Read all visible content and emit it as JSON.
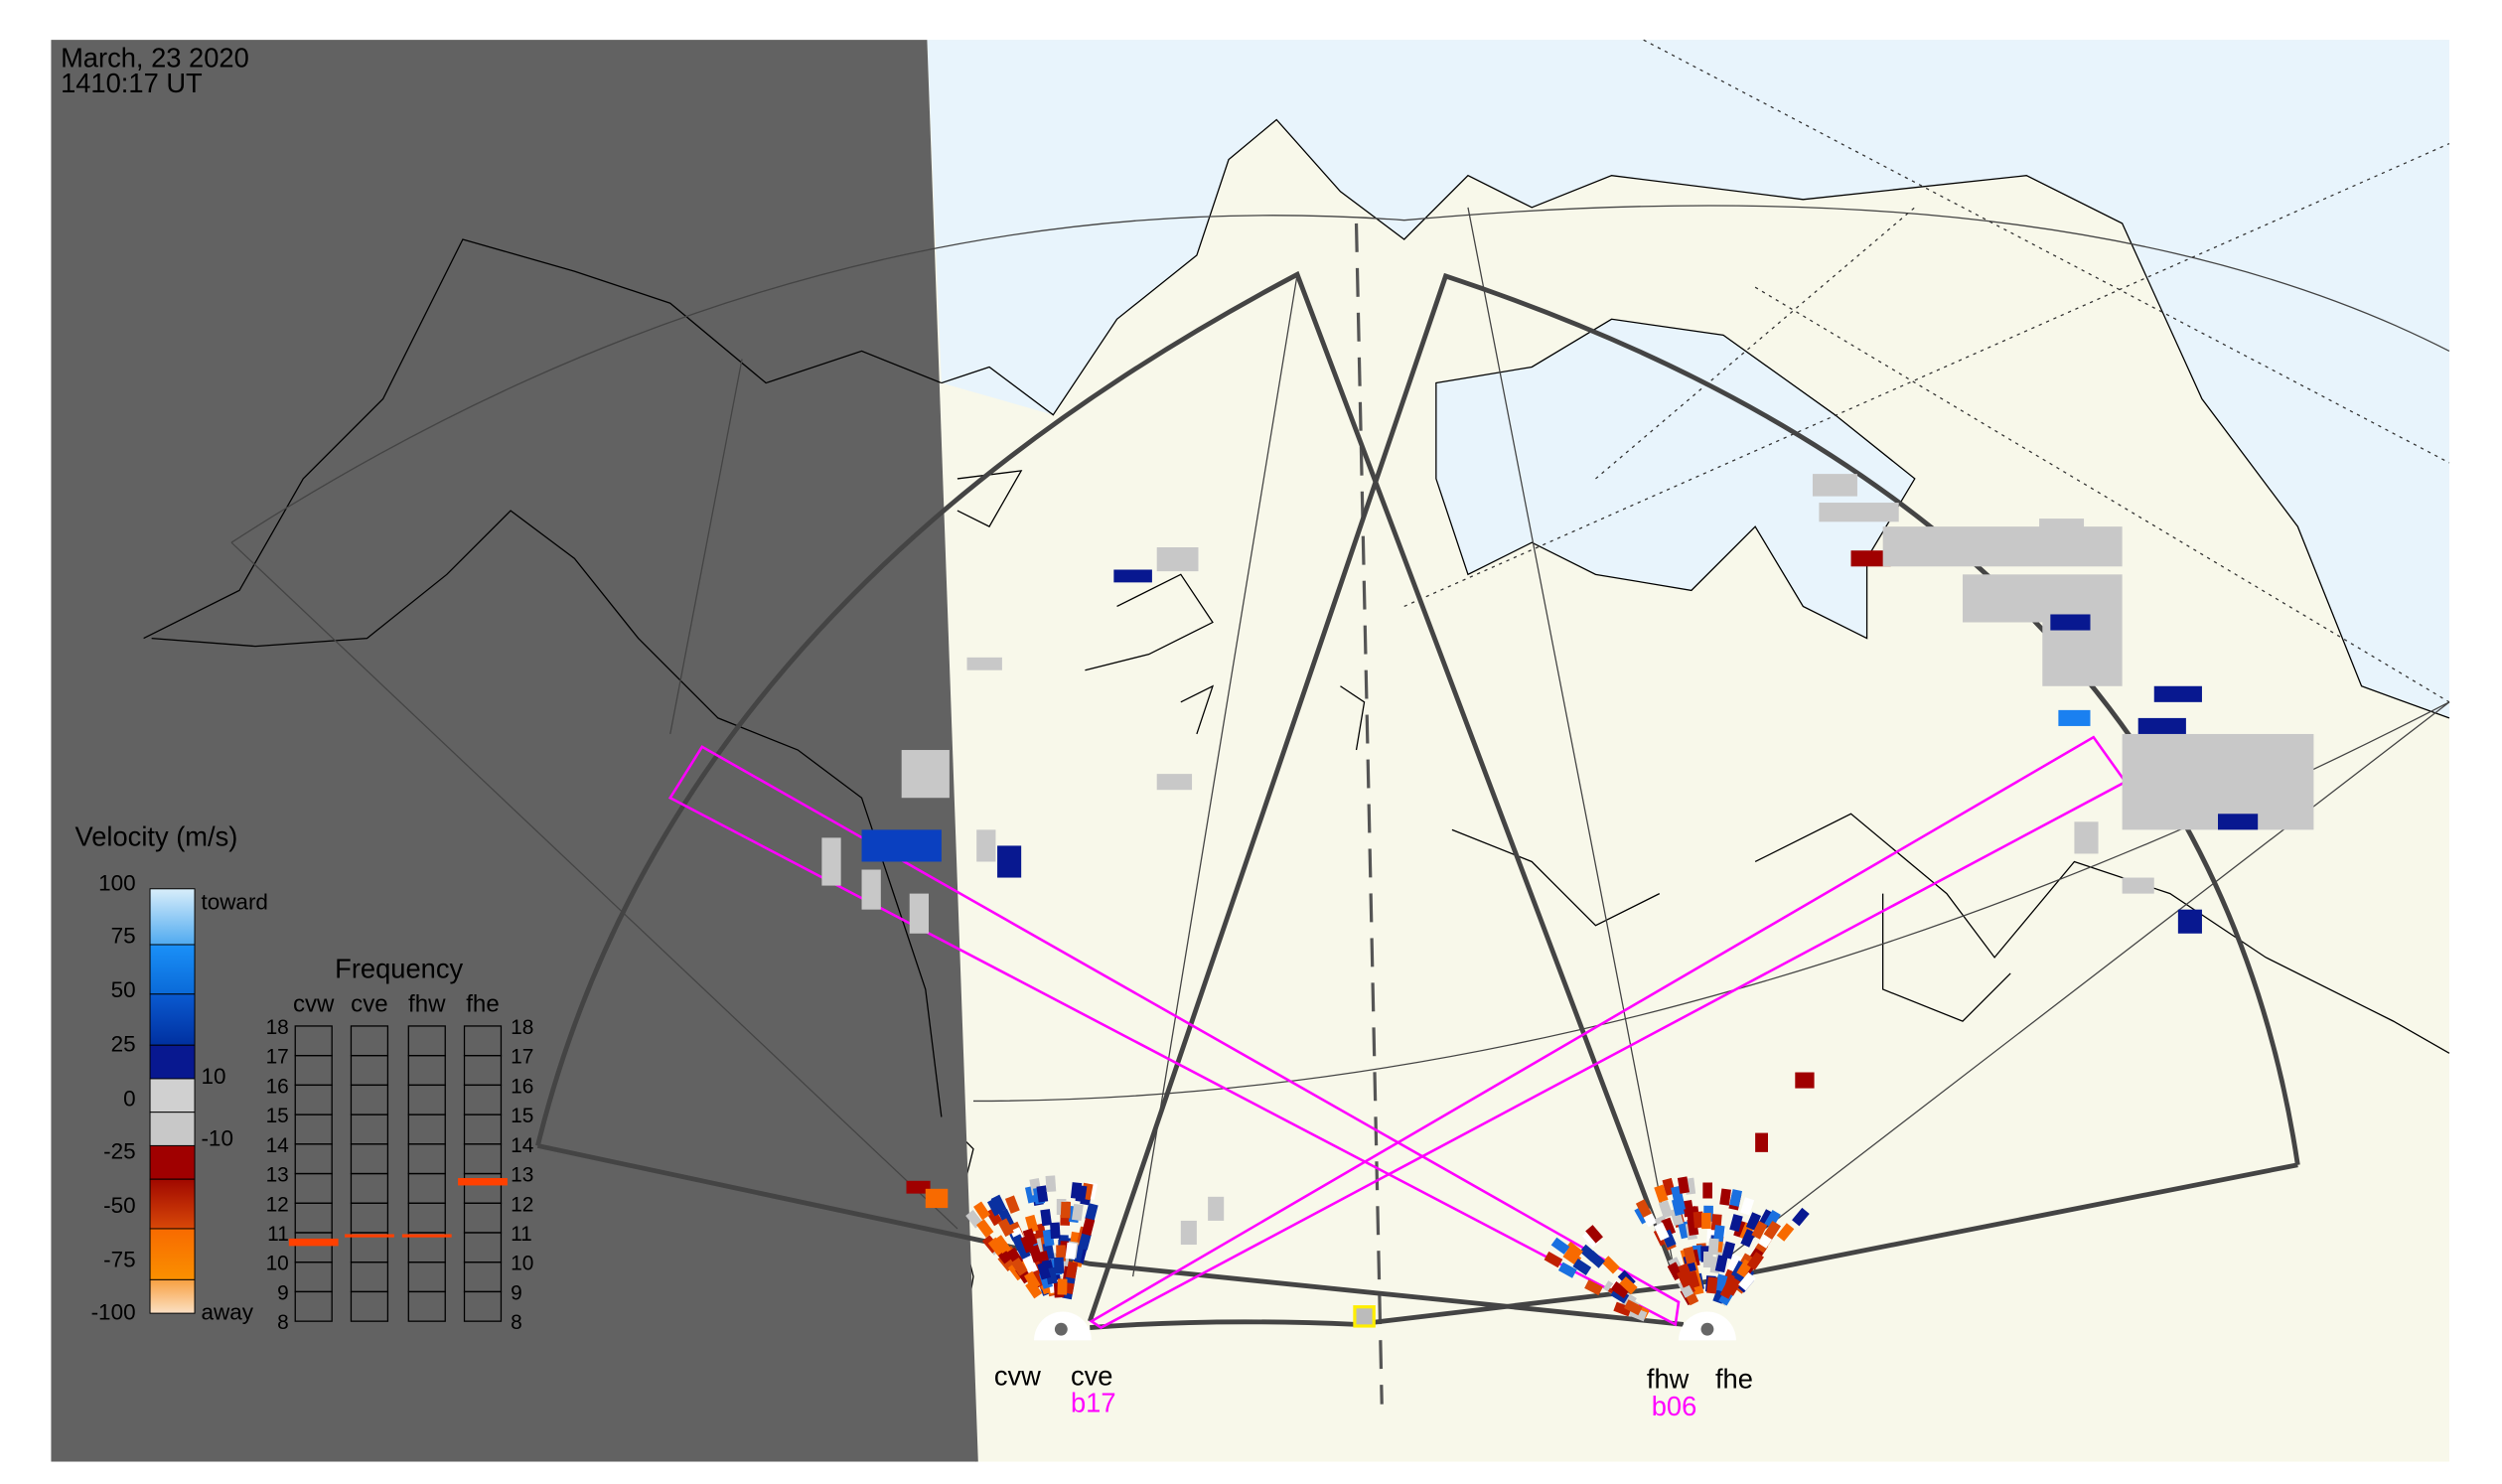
{
  "header": {
    "date": "March, 23 2020",
    "time": "1410:17 UT"
  },
  "velocity_legend": {
    "title": "Velocity (m/s)",
    "ticks": [
      "100",
      "75",
      "50",
      "25",
      "0",
      "-25",
      "-50",
      "-75",
      "-100"
    ],
    "toward_label": "toward",
    "away_label": "away",
    "pos_threshold": "10",
    "neg_threshold": "-10"
  },
  "frequency_panel": {
    "title": "Frequency",
    "radars": [
      "cvw",
      "cve",
      "fhw",
      "fhe"
    ],
    "ticks": [
      "18",
      "17",
      "16",
      "15",
      "14",
      "13",
      "12",
      "11",
      "10",
      "9",
      "8"
    ],
    "range_mhz": [
      8,
      18
    ],
    "markers_mhz": {
      "cvw": [
        10.55,
        10.8
      ],
      "cve": [
        10.9,
        10.95
      ],
      "fhw": [
        10.9,
        10.95
      ],
      "fhe": [
        12.6,
        12.85
      ]
    },
    "marker_color": "#ff4000"
  },
  "radars": {
    "cvw": "cvw",
    "cve": "cve",
    "fhw": "fhw",
    "fhe": "fhe",
    "beam_cve": "b17",
    "beam_fhw": "b06"
  },
  "colors": {
    "night": "#626262",
    "ocean": "#e8f4fc",
    "land": "#f8f8ea",
    "beam": "#ff00ff",
    "fov": "#444444",
    "highlight": "#ffee00"
  }
}
